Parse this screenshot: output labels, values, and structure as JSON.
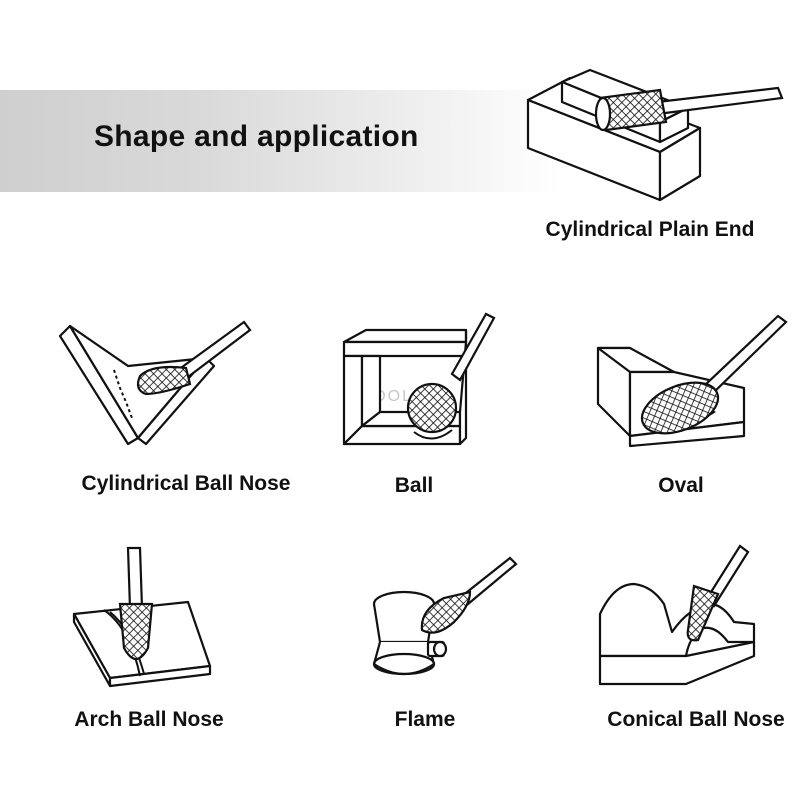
{
  "header": {
    "title": "Shape and application"
  },
  "watermark": "LTOOLS",
  "items": [
    {
      "label": "Cylindrical Plain End",
      "icon": "cylindrical-plain-end-burr-icon"
    },
    {
      "label": "Cylindrical Ball Nose",
      "icon": "cylindrical-ball-nose-burr-icon"
    },
    {
      "label": "Ball",
      "icon": "ball-burr-icon"
    },
    {
      "label": "Oval",
      "icon": "oval-burr-icon"
    },
    {
      "label": "Arch Ball Nose",
      "icon": "arch-ball-nose-burr-icon"
    },
    {
      "label": "Flame",
      "icon": "flame-burr-icon"
    },
    {
      "label": "Conical Ball Nose",
      "icon": "conical-ball-nose-burr-icon"
    }
  ]
}
